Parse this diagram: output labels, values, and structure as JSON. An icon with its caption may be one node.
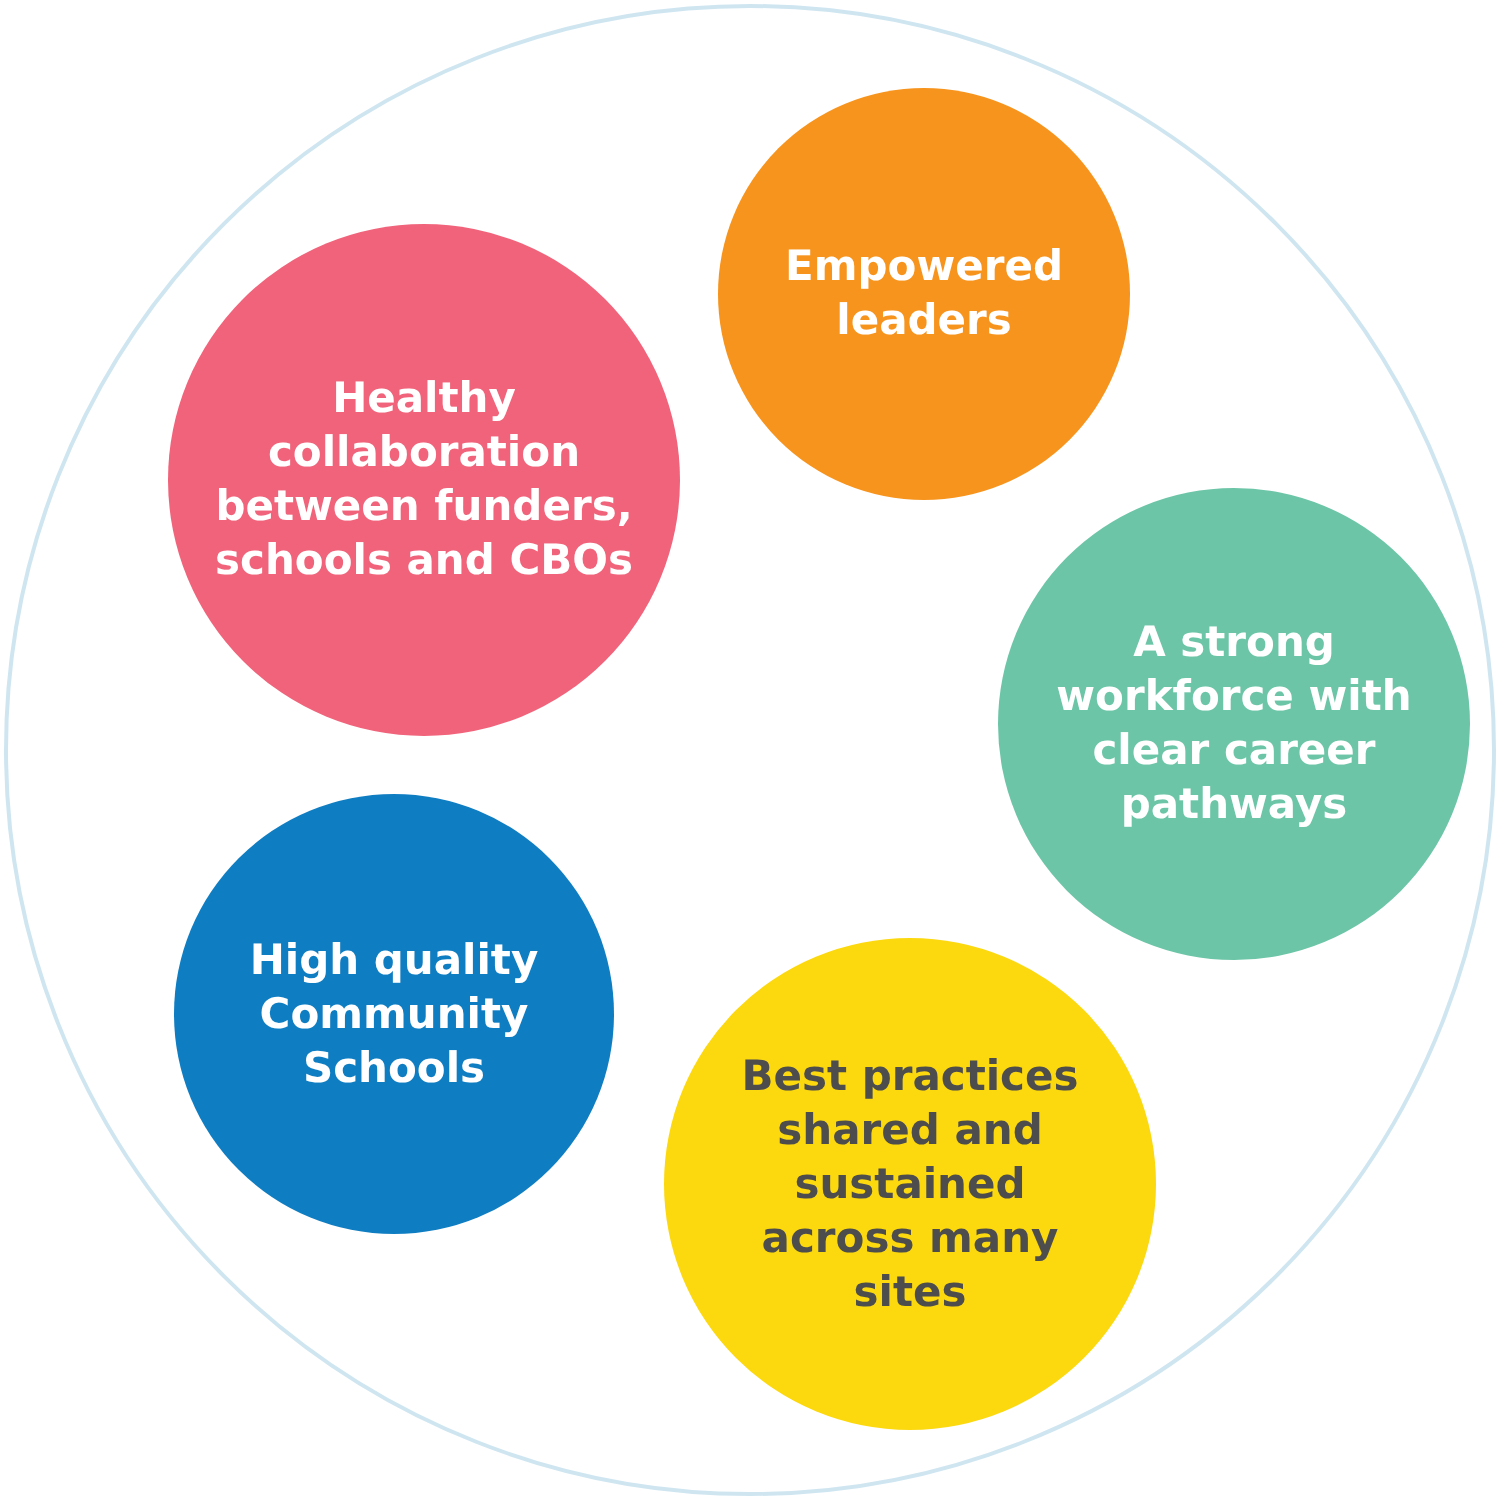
{
  "diagram": {
    "nodes": [
      {
        "text": [],
        "shape": "circle"
      },
      {
        "text": [
          "Empowered leaders"
        ],
        "in": 0
      },
      {
        "text": [
          "Healthy collaboration between funders, schools and CBOs"
        ],
        "in": 0
      },
      {
        "text": [
          "A strong workforce with clear career pathways"
        ],
        "in": 0
      },
      {
        "text": [
          "High quality Community Schools"
        ],
        "in": 0
      },
      {
        "text": [
          "Best practices shared and sustained across many sites"
        ],
        "in": 0
      }
    ]
  }
}
